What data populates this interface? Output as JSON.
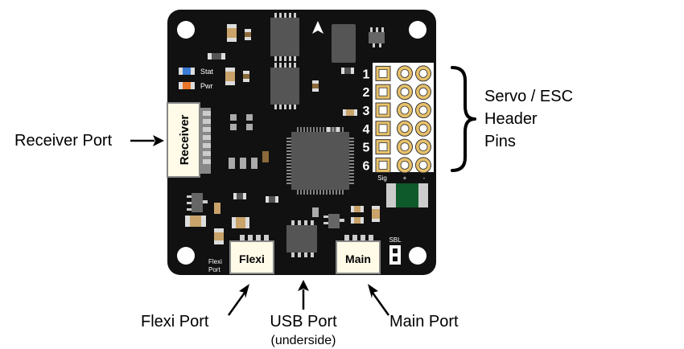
{
  "labels": {
    "receiver_port": "Receiver Port",
    "servo_line1": "Servo / ESC",
    "servo_line2": "Header",
    "servo_line3": "Pins",
    "flexi_port": "Flexi Port",
    "usb_port": "USB Port",
    "usb_note": "(underside)",
    "main_port": "Main Port"
  },
  "board": {
    "receiver_connector": "Receiver",
    "flexi_connector": "Flexi",
    "main_connector": "Main",
    "flexi_small_line1": "Flexi",
    "flexi_small_line2": "Port",
    "stat_led": "Stat",
    "pwr_led": "Pwr",
    "sbl_label": "SBL",
    "header_numbers": [
      "1",
      "2",
      "3",
      "4",
      "5",
      "6"
    ],
    "header_columns": [
      "Sig",
      "+",
      "-"
    ]
  },
  "colors": {
    "board": "#111111",
    "connector": "#fffbe8",
    "pin_gold": "#e8c16a",
    "stat_led": "#3a7bd5",
    "pwr_led": "#e8752a",
    "inductor_green": "#0f5a2a"
  }
}
